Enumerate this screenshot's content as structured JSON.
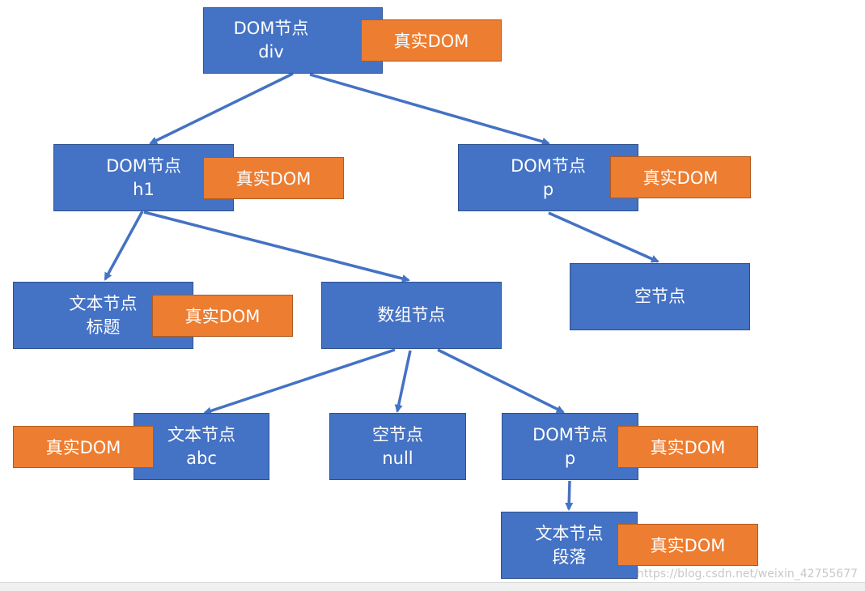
{
  "diagram": {
    "colors": {
      "node_fill": "#4472c4",
      "tag_fill": "#ed7d31",
      "text": "#ffffff",
      "edge": "#4472c4"
    },
    "tag_label": "真实DOM",
    "nodes": {
      "div": {
        "line1": "DOM节点",
        "line2": "div",
        "has_tag": true
      },
      "h1": {
        "line1": "DOM节点",
        "line2": "h1",
        "has_tag": true
      },
      "p_top": {
        "line1": "DOM节点",
        "line2": "p",
        "has_tag": true
      },
      "title_text": {
        "line1": "文本节点",
        "line2": "标题",
        "has_tag": true
      },
      "array": {
        "line1": "数组节点",
        "has_tag": false
      },
      "empty_top": {
        "line1": "空节点",
        "has_tag": false
      },
      "abc_text": {
        "line1": "文本节点",
        "line2": "abc",
        "has_tag": true
      },
      "null_empty": {
        "line1": "空节点",
        "line2": "null",
        "has_tag": false
      },
      "p_bottom": {
        "line1": "DOM节点",
        "line2": "p",
        "has_tag": true
      },
      "para_text": {
        "line1": "文本节点",
        "line2": "段落",
        "has_tag": true
      }
    },
    "edges": [
      [
        "div",
        "h1"
      ],
      [
        "div",
        "p_top"
      ],
      [
        "h1",
        "title_text"
      ],
      [
        "h1",
        "array"
      ],
      [
        "p_top",
        "empty_top"
      ],
      [
        "array",
        "abc_text"
      ],
      [
        "array",
        "null_empty"
      ],
      [
        "array",
        "p_bottom"
      ],
      [
        "p_bottom",
        "para_text"
      ]
    ]
  },
  "watermark": "https://blog.csdn.net/weixin_42755677"
}
